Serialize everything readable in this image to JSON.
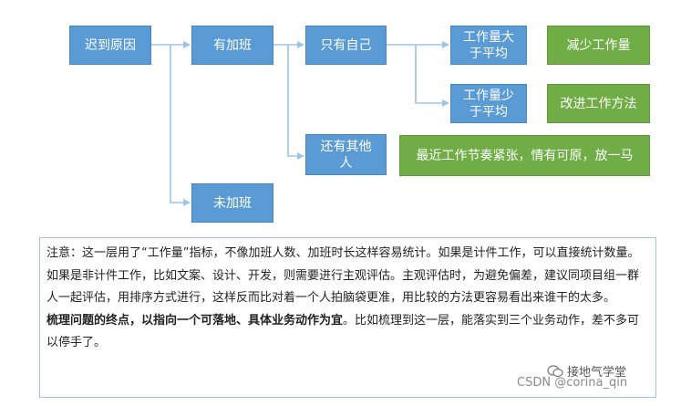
{
  "diagram": {
    "nodes": {
      "root": "迟到原因",
      "overtime": "有加班",
      "no_overtime": "未加班",
      "only_self": "只有自己",
      "others": "还有其他\n人",
      "workload_high": "工作量大\n于平均",
      "workload_low": "工作量少\n于平均",
      "reduce_workload": "减少工作量",
      "improve_method": "改进工作方法",
      "recent_busy": "最近工作节奏紧张，情有可原，放一马"
    },
    "colors": {
      "blue": "#5b9bd5",
      "green": "#70ad47",
      "connector": "#9dc3e6"
    }
  },
  "note": {
    "p1": "注意：这一层用了“工作量”指标，不像加班人数、加班时长这样容易统计。如果是计件工作，可以直接统计数量。如果是非计件工作，比如文案、设计、开发，则需要进行主观评估。主观评估时，为避免偏差，建议同项目组一群人一起评估，用排序方式进行，这样反而比对着一个人拍脑袋更准，用比较的方法更容易看出来谁干的太多。",
    "p2_bold": "梳理问题的终点，以指向一个可落地、具体业务动作为宜",
    "p2_rest": "。比如梳理到这一层，能落实到三个业务动作，差不多可以停手了。"
  },
  "watermarks": {
    "wechat_account": "接地气学堂",
    "csdn": "CSDN @corina_qin"
  }
}
